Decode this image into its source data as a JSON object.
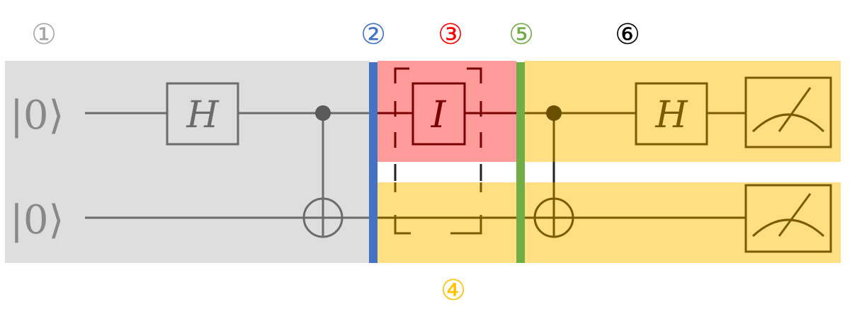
{
  "markers": {
    "m1": "①",
    "m2": "②",
    "m3": "③",
    "m4": "④",
    "m5": "⑤",
    "m6": "⑥"
  },
  "circuit": {
    "qubit0_label": "|0⟩",
    "qubit1_label": "|0⟩",
    "gate_h1": "H",
    "gate_i": "I",
    "gate_h2": "H"
  },
  "colors": {
    "region1_bg": "#dedede",
    "region3_bg": "#ff9b9b",
    "region4_bg": "#ffdf82",
    "region6_bg": "#ffdf82",
    "barrier2": "#4472c4",
    "barrier5": "#70ad47",
    "marker1": "#a6a6a6",
    "marker2": "#4472c4",
    "marker3": "#ff0000",
    "marker4": "#ffc000",
    "marker5": "#70ad47",
    "marker6": "#000000"
  }
}
